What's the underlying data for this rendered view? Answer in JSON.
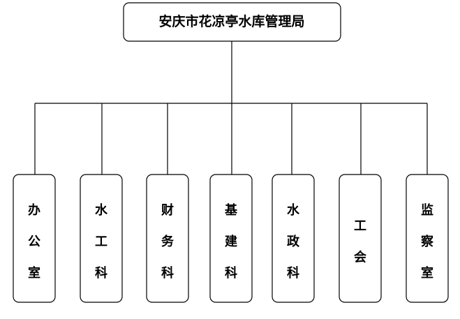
{
  "diagram": {
    "root": {
      "label": "安庆市花凉亭水库管理局"
    },
    "departments": [
      {
        "label": "办公室"
      },
      {
        "label": "水工科"
      },
      {
        "label": "财务科"
      },
      {
        "label": "基建科"
      },
      {
        "label": "水政科"
      },
      {
        "label": "工会"
      },
      {
        "label": "监察室"
      }
    ]
  }
}
